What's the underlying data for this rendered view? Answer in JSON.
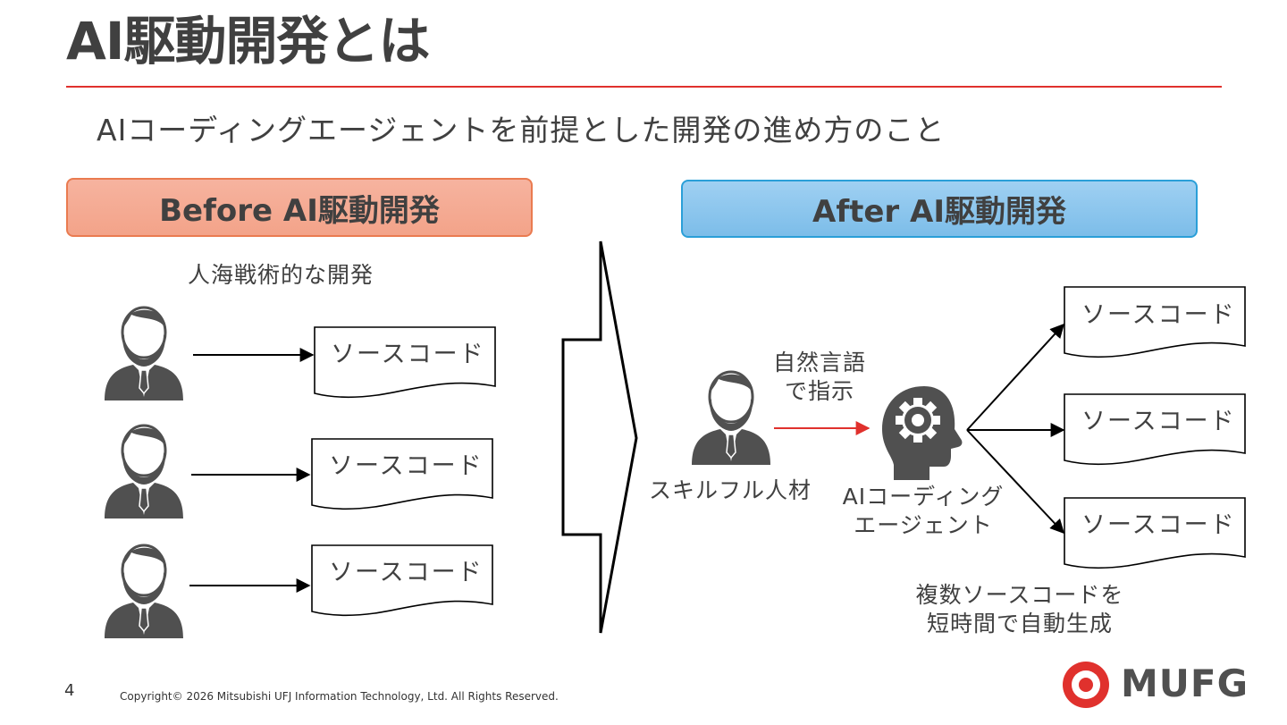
{
  "slide": {
    "title": "AI駆動開発とは",
    "subtitle": "AIコーディングエージェントを前提とした開発の進め方のこと",
    "page_number": "4",
    "copyright": "Copyright© 2026 Mitsubishi UFJ Information Technology, Ltd. All Rights Reserved.",
    "logo_text": "MUFG"
  },
  "before": {
    "header": "Before AI駆動開発",
    "caption": "人海戦術的な開発",
    "documents": [
      "ソースコード",
      "ソースコード",
      "ソースコード"
    ]
  },
  "after": {
    "header": "After AI駆動開発",
    "instruction_line1": "自然言語",
    "instruction_line2": "で指示",
    "person_label": "スキルフル人材",
    "agent_line1": "AIコーディング",
    "agent_line2": "エージェント",
    "documents": [
      "ソースコード",
      "ソースコード",
      "ソースコード"
    ],
    "result_line1": "複数ソースコードを",
    "result_line2": "短時間で自動生成"
  },
  "colors": {
    "accent_red": "#e0312d",
    "before_fill": "#f3a389",
    "after_fill": "#7cbde9",
    "icon_gray": "#505050"
  }
}
